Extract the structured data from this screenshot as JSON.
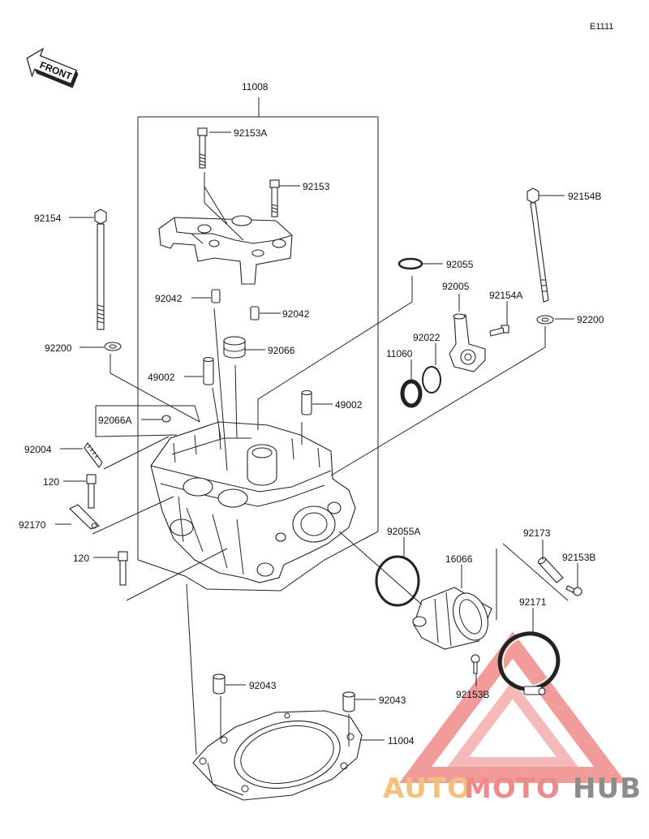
{
  "diagram_code": "E1111",
  "front_label": "FRONT",
  "assembly_label": "11008",
  "parts": {
    "p92153A": "92153A",
    "p92153": "92153",
    "p92154": "92154",
    "p92154B": "92154B",
    "p92055": "92055",
    "p92005": "92005",
    "p92154A": "92154A",
    "p92042a": "92042",
    "p92042b": "92042",
    "p92022": "92022",
    "p92200a": "92200",
    "p92200b": "92200",
    "p11060": "11060",
    "p92066": "92066",
    "p49002a": "49002",
    "p49002b": "49002",
    "p92066A": "92066A",
    "p92004": "92004",
    "p120a": "120",
    "p92170": "92170",
    "p120b": "120",
    "p92055A": "92055A",
    "p92173": "92173",
    "p16066": "16066",
    "p92153Ba": "92153B",
    "p92171": "92171",
    "p92153Bb": "92153B",
    "p92043a": "92043",
    "p92043b": "92043",
    "p11004": "11004"
  },
  "watermark": {
    "part1": "AUTO",
    "part2": "MOTO",
    "part3": "HUB"
  },
  "colors": {
    "watermark_red": "#ef8a8a",
    "watermark_orange": "#f3c27a",
    "watermark_gray": "#8c8c8c"
  }
}
